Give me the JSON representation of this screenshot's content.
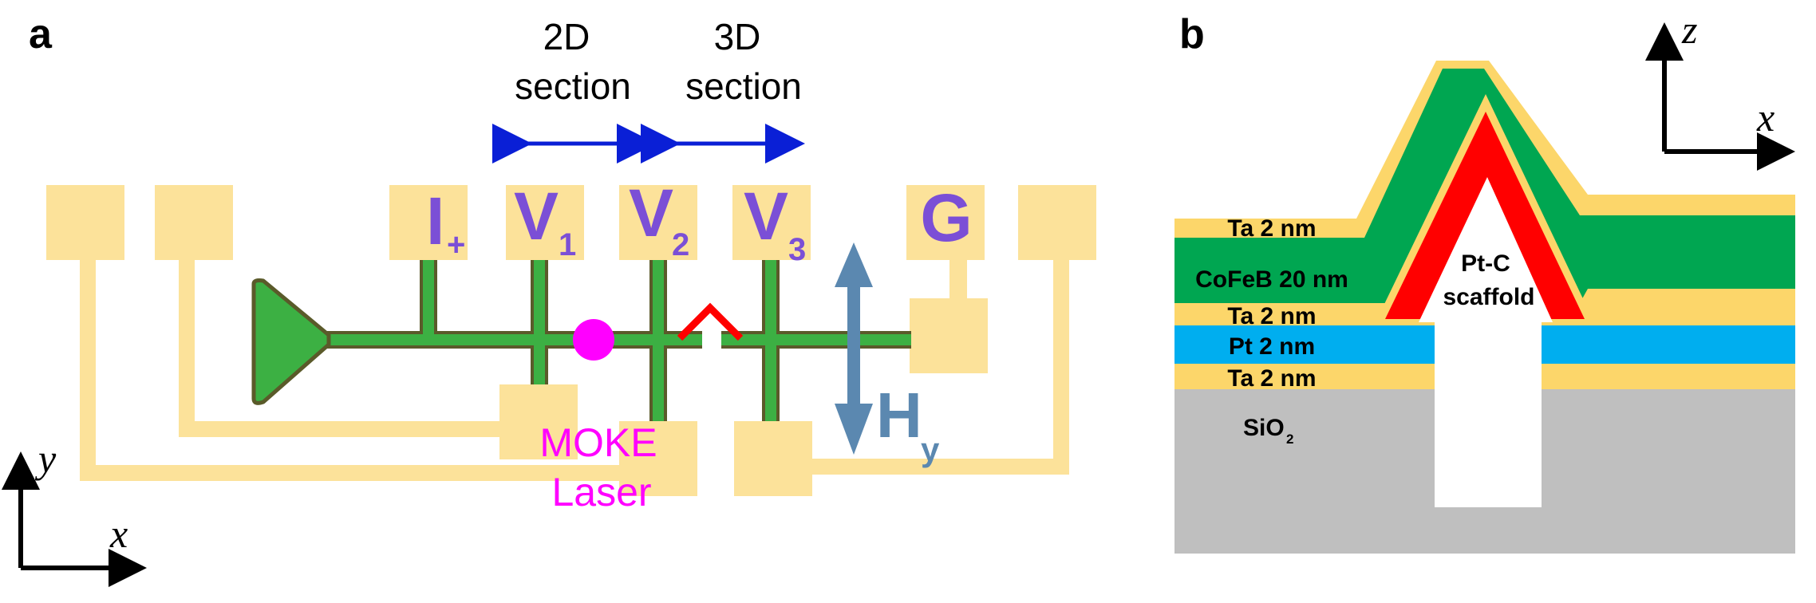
{
  "panel_a": {
    "label": "a",
    "sections": {
      "left": [
        "2D",
        "section"
      ],
      "right": [
        "3D",
        "section"
      ]
    },
    "pads": {
      "i_plus": {
        "main": "I",
        "sub": "+"
      },
      "v1": {
        "main": "V",
        "sub": "1"
      },
      "v2": {
        "main": "V",
        "sub": "2"
      },
      "v3": {
        "main": "V",
        "sub": "3"
      },
      "g": {
        "main": "G"
      }
    },
    "moke": [
      "MOKE",
      "Laser"
    ],
    "field": {
      "main": "H",
      "sub": "y"
    },
    "axes": {
      "y": "y",
      "x": "x"
    }
  },
  "panel_b": {
    "label": "b",
    "axes": {
      "z": "z",
      "x": "x"
    },
    "layers": {
      "ta_top": "Ta 2 nm",
      "cofeb": "CoFeB 20 nm",
      "ta_mid": "Ta 2 nm",
      "pt": "Pt 2 nm",
      "ta_bottom": "Ta 2 nm",
      "sio2": {
        "main": "SiO",
        "sub": "2"
      },
      "scaffold": [
        "Pt-C",
        "scaffold"
      ]
    }
  },
  "colors": {
    "pad": "#fce29a",
    "wire_green": "#3cb043",
    "wire_edge": "#5a5a2a",
    "laser": "#ff00ff",
    "arrow_blue": "#0a1fd6",
    "field_arrow": "#5b88b0",
    "label_purple": "#7b4fd6",
    "cofeb": "#00a651",
    "ta": "#fcd66a",
    "pt": "#00aeef",
    "sio2": "#bfbfbf",
    "scaffold_red": "#ff0000"
  }
}
